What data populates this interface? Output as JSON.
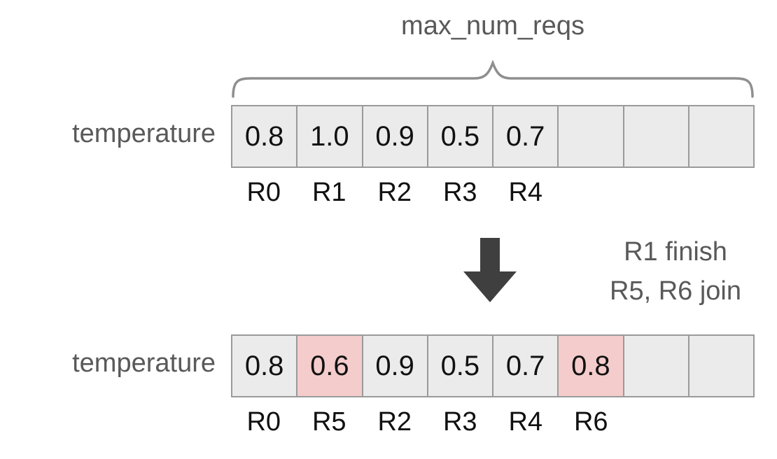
{
  "title": "max_num_reqs",
  "top_row": {
    "row_label": "temperature",
    "cells": [
      {
        "value": "0.8",
        "highlight": false
      },
      {
        "value": "1.0",
        "highlight": false
      },
      {
        "value": "0.9",
        "highlight": false
      },
      {
        "value": "0.5",
        "highlight": false
      },
      {
        "value": "0.7",
        "highlight": false
      },
      {
        "value": "",
        "highlight": false
      },
      {
        "value": "",
        "highlight": false
      },
      {
        "value": "",
        "highlight": false
      }
    ],
    "labels": [
      "R0",
      "R1",
      "R2",
      "R3",
      "R4"
    ]
  },
  "transition": {
    "line1": "R1 finish",
    "line2": "R5, R6 join"
  },
  "bottom_row": {
    "row_label": "temperature",
    "cells": [
      {
        "value": "0.8",
        "highlight": false
      },
      {
        "value": "0.6",
        "highlight": true
      },
      {
        "value": "0.9",
        "highlight": false
      },
      {
        "value": "0.5",
        "highlight": false
      },
      {
        "value": "0.7",
        "highlight": false
      },
      {
        "value": "0.8",
        "highlight": true
      },
      {
        "value": "",
        "highlight": false
      },
      {
        "value": "",
        "highlight": false
      }
    ],
    "labels": [
      "R0",
      "R5",
      "R2",
      "R3",
      "R4",
      "R6"
    ]
  },
  "colors": {
    "cell_bg": "#ebebeb",
    "cell_highlight": "#f4cccc",
    "cell_border": "#9a9a9a",
    "text_gray": "#595959",
    "value_color": "#111111",
    "arrow_color": "#3f3f3f",
    "brace_color": "#8f8f8f"
  }
}
